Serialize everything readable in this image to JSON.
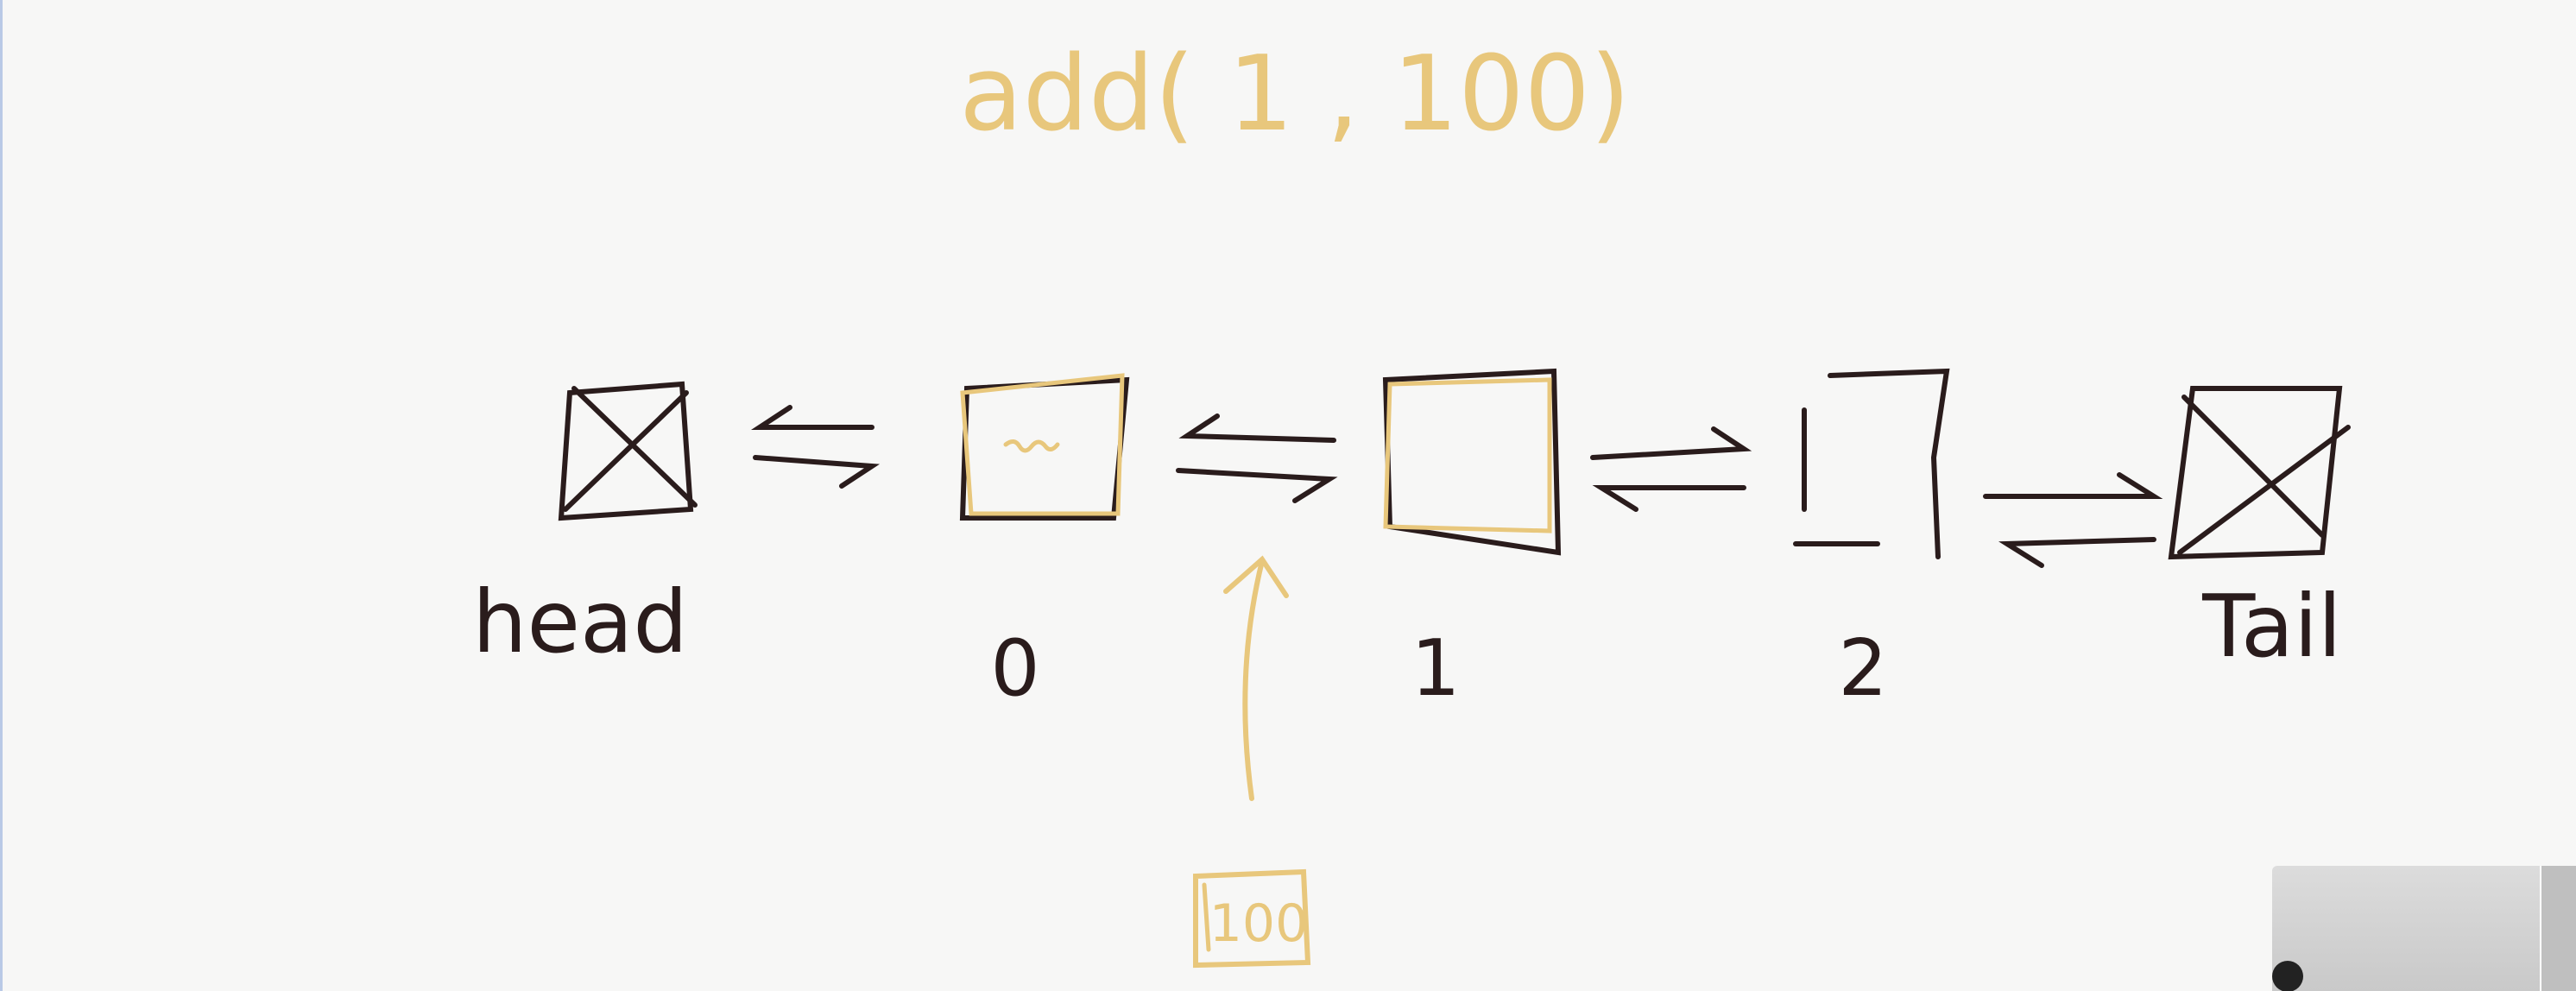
{
  "colors": {
    "ink": "#2a1c1c",
    "highlight": "#e8c77c",
    "background": "#f7f7f6"
  },
  "diagram": {
    "operation": "add( 1 , 100)",
    "nodes": [
      {
        "id": "head",
        "label": "head",
        "sentinel": true
      },
      {
        "id": "n0",
        "label": "0",
        "sentinel": false,
        "highlighted": true
      },
      {
        "id": "n1",
        "label": "1",
        "sentinel": false,
        "highlighted": true
      },
      {
        "id": "n2",
        "label": "2",
        "sentinel": false,
        "highlighted": false
      },
      {
        "id": "tail",
        "label": "Tail",
        "sentinel": true
      }
    ],
    "new_node": {
      "value": "100"
    }
  }
}
